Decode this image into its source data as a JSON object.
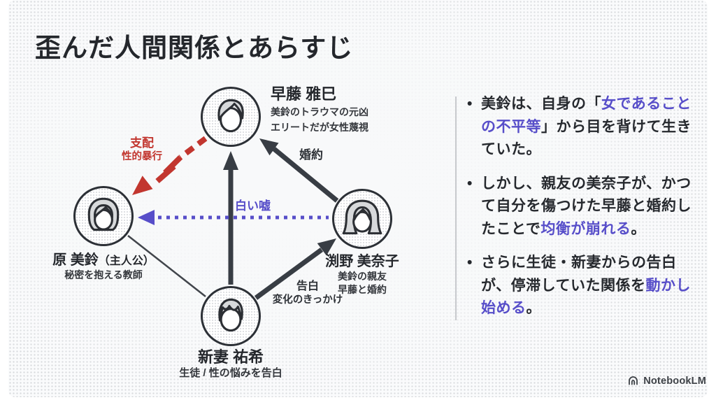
{
  "slide": {
    "title": "歪んだ人間関係とあらすじ",
    "brand": "NotebookLM"
  },
  "colors": {
    "accent_purple": "#574ec9",
    "danger_red": "#c2362f",
    "arrow_dark": "#383d44",
    "ink": "#24272c"
  },
  "diagram": {
    "nodes": {
      "hayafuji": {
        "name": "早藤 雅巳",
        "desc1": "美鈴のトラウマの元凶",
        "desc2": "エリートだが女性蔑視",
        "avatar": "male-adult-avatar"
      },
      "hara": {
        "name": "原 美鈴",
        "tag": "（主人公）",
        "desc1": "秘密を抱える教師",
        "avatar": "female-bob-avatar"
      },
      "fuchino": {
        "name": "渕野 美奈子",
        "desc1": "美鈴の親友",
        "desc2": "早藤と婚約",
        "avatar": "female-long-hair-avatar"
      },
      "niizuma": {
        "name": "新妻 祐希",
        "desc1": "生徒 / 性の悩みを告白",
        "avatar": "male-teen-avatar"
      }
    },
    "edges": {
      "assault": {
        "from": "hayafuji",
        "to": "hara",
        "line1": "支配",
        "line2": "性的暴行",
        "style": "red-dashed-zigzag-arrow",
        "color": "#c2362f"
      },
      "white_lie": {
        "from": "fuchino",
        "to": "hara",
        "label": "白い嘘",
        "style": "purple-dotted-arrow",
        "color": "#574ec9"
      },
      "engagement": {
        "from": "fuchino",
        "to": "hayafuji",
        "label": "婚約",
        "style": "dark-solid-arrow",
        "color": "#383d44"
      },
      "catalyst": {
        "from": "niizuma",
        "to": "hayafuji",
        "label": "",
        "style": "dark-solid-arrow",
        "color": "#383d44"
      },
      "confession": {
        "from": "niizuma",
        "to": "fuchino",
        "line1": "告白",
        "line2": "変化のきっかけ",
        "style": "dark-solid-arrow",
        "color": "#383d44"
      },
      "bond": {
        "from": "hara",
        "to": "niizuma",
        "label": "",
        "style": "thin-plain-line",
        "color": "#41454b"
      }
    }
  },
  "panel": {
    "bullets": [
      {
        "segments": [
          {
            "text": "美鈴は、自身の「"
          },
          {
            "text": "女であることの不平等",
            "highlight": true
          },
          {
            "text": "」から目を背けて生きていた。"
          }
        ]
      },
      {
        "segments": [
          {
            "text": "しかし、親友の美奈子が、かつて自分を傷つけた早藤と婚約したことで"
          },
          {
            "text": "均衡が崩れる",
            "highlight": true
          },
          {
            "text": "。"
          }
        ]
      },
      {
        "segments": [
          {
            "text": "さらに生徒・新妻からの告白が、停滞していた関係を"
          },
          {
            "text": "動かし始める",
            "highlight": true
          },
          {
            "text": "。"
          }
        ]
      }
    ]
  }
}
